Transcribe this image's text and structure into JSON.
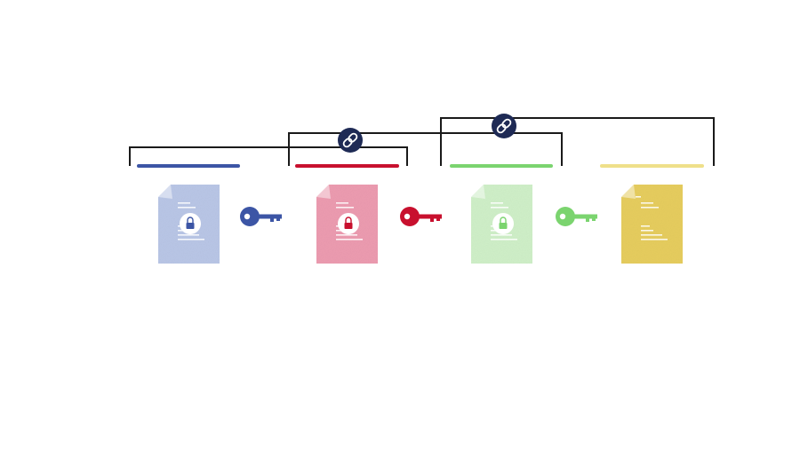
{
  "colors": {
    "background": "#ffffff",
    "bracket": "#1a1a1a",
    "link_badge": "#1e2a55",
    "doc1": "#b9c6e6",
    "doc1_accent": "#3c55a5",
    "doc2": "#ec9bb0",
    "doc2_accent": "#c8102e",
    "doc3": "#cfefc8",
    "doc3_accent": "#7bd46f",
    "doc4": "#e6cd5e",
    "doc4_accent": "#efe08a"
  },
  "documents": [
    {
      "name": "document-1",
      "locked": true,
      "color_key": "doc1",
      "accent_key": "doc1_accent"
    },
    {
      "name": "document-2",
      "locked": true,
      "color_key": "doc2",
      "accent_key": "doc2_accent"
    },
    {
      "name": "document-3",
      "locked": true,
      "color_key": "doc3",
      "accent_key": "doc3_accent"
    },
    {
      "name": "document-4",
      "locked": false,
      "color_key": "doc4",
      "accent_key": "doc4_accent"
    }
  ],
  "keys": [
    {
      "name": "key-1",
      "color_key": "doc1_accent"
    },
    {
      "name": "key-2",
      "color_key": "doc2_accent"
    },
    {
      "name": "key-3",
      "color_key": "doc3_accent"
    }
  ],
  "links": [
    {
      "name": "link-1-2",
      "from": 0,
      "to": 1,
      "icon": "chain-link-icon"
    },
    {
      "name": "link-2-3",
      "from": 1,
      "to": 2,
      "icon": "chain-link-icon"
    },
    {
      "name": "link-3-4",
      "from": 2,
      "to": 3,
      "icon": "chain-link-icon"
    }
  ]
}
